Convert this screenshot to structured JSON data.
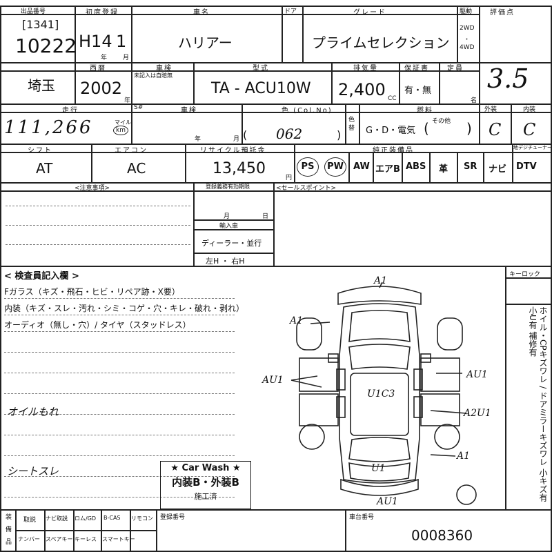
{
  "sheet": {
    "lot_code": "[1341]",
    "lot_number": "10222",
    "first_reg_label": "初度登録",
    "era_year": "H14",
    "month": "1",
    "year_unit": "年",
    "month_unit": "月",
    "car_name_label": "車名",
    "car_name": "ハリアー",
    "door_label": "ドア",
    "grade_label": "グレード",
    "grade": "プライムセレクション",
    "drive_label": "駆動",
    "drive_2wd": "2WD",
    "drive_dot": "・",
    "drive_4wd": "4WD",
    "score_label": "評価点",
    "score": "3.5",
    "region": "埼玉",
    "model_year_label": "西暦",
    "model_year": "2002",
    "inspection_label": "車検",
    "inspection_note": "未記入は自賠無",
    "model_label": "型式",
    "model_code": "TA - ACU10W",
    "displacement_label": "排気量",
    "displacement": "2,400",
    "cc_unit": "CC",
    "warranty_label": "保証書",
    "warranty": "有・無",
    "capacity_label": "定員",
    "capacity_unit": "名",
    "mileage_label": "走行",
    "mileage": "111,266",
    "mileage_unit": "km",
    "mile_label": "マイル",
    "s_label": "S#",
    "shaken_label": "車検",
    "shaken_year_unit": "年",
    "shaken_month_unit": "月",
    "color_label": "色 (Col.No)",
    "color_code": "062",
    "color_change_label": "色替",
    "fuel_label": "燃料",
    "fuel": "G・D・電気",
    "fuel_other": "その他",
    "exterior_label": "外装",
    "exterior_grade": "C",
    "interior_label": "内装",
    "interior_grade": "C",
    "shift_label": "シフト",
    "shift": "AT",
    "ac_label": "エアコン",
    "ac": "AC",
    "recycle_label": "リサイクル預託金",
    "recycle_amount": "13,450",
    "yen_unit": "円",
    "equipment_label": "純正装備品",
    "equipment": [
      "PS",
      "PW",
      "AW",
      "エアB",
      "ABS",
      "革",
      "SR",
      "ナビ",
      "DTV"
    ],
    "tuner_label": "地デジチューナー",
    "caution_label": "<注意事項>",
    "expiry_label": "登録義務有効期限",
    "expiry_month_unit": "月",
    "expiry_day_unit": "日",
    "import_label": "輸入車",
    "dealer": "ディーラー・並行",
    "handle": "左H ・ 右H",
    "sales_point_label": "<セールスポイント>",
    "inspector_label": "< 検査員記入欄 >",
    "inspector_lines": [
      "Fガラス（キズ・飛石・ヒビ・リペア跡・X要）",
      "内装（キズ・スレ・汚れ・シミ・コゲ・穴・キレ・破れ・剥れ）",
      "オーディオ（無し・穴）/ タイヤ（スタッドレス）"
    ],
    "handwritten_notes": [
      "オイルもれ",
      "シートスレ"
    ],
    "carwash_title": "★ Car Wash ★",
    "carwash_grade": "内装B・外装B",
    "carwash_done": "施工済",
    "keylock_label": "キーロック",
    "side_text": "ホイル・CPキズワレ / ドアミラーキズワレ 小キズ有 小U有 補修有",
    "diagram_marks": [
      "A1",
      "A1",
      "AU1",
      "AU1",
      "U1C3",
      "A2U1",
      "A1",
      "U1",
      "AU1"
    ],
    "footer": {
      "label_1": "装",
      "label_2": "備",
      "label_3": "品",
      "items_row1": [
        "取説",
        "ナビ取説",
        "ロム/GD",
        "B-CAS",
        "リモコン"
      ],
      "items_row2": [
        "ナンバー",
        "スペアキー",
        "キーレス",
        "スマートキー"
      ],
      "reg_no_label": "登録番号",
      "chassis_label": "車台番号",
      "chassis_no": "0008360"
    }
  }
}
